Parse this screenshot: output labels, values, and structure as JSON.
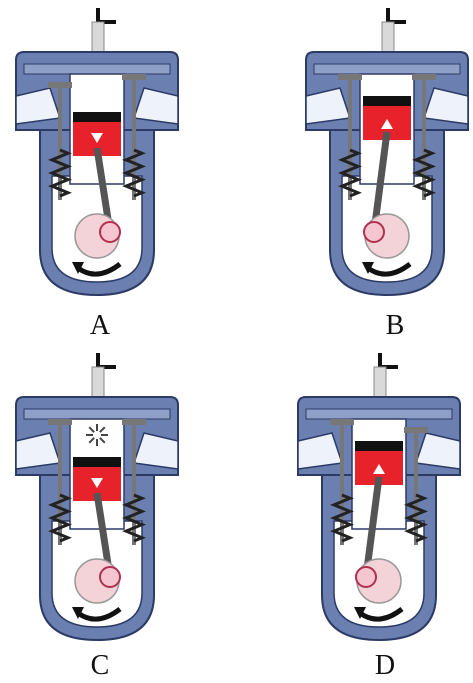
{
  "panels": [
    {
      "id": "A",
      "label": "A",
      "piston_dir": "down",
      "intake_valve": "open",
      "exhaust_valve": "closed",
      "spark": false
    },
    {
      "id": "B",
      "label": "B",
      "piston_dir": "up",
      "intake_valve": "closed",
      "exhaust_valve": "closed",
      "spark": false
    },
    {
      "id": "C",
      "label": "C",
      "piston_dir": "down",
      "intake_valve": "closed",
      "exhaust_valve": "closed",
      "spark": true
    },
    {
      "id": "D",
      "label": "D",
      "piston_dir": "up",
      "intake_valve": "closed",
      "exhaust_valve": "open",
      "spark": false
    }
  ],
  "colors": {
    "casing": "#6b7fb0",
    "casing_dark": "#2c3a66",
    "cavity": "#ffffff",
    "piston": "#e8222a",
    "piston_top": "#111111",
    "crank": "#f3d2d8",
    "spring": "#222222",
    "spark": "#444444"
  },
  "icons": [
    "spark-plug-icon",
    "piston-icon",
    "crankshaft-icon",
    "valve-spring-icon",
    "rotation-arrow-icon"
  ]
}
